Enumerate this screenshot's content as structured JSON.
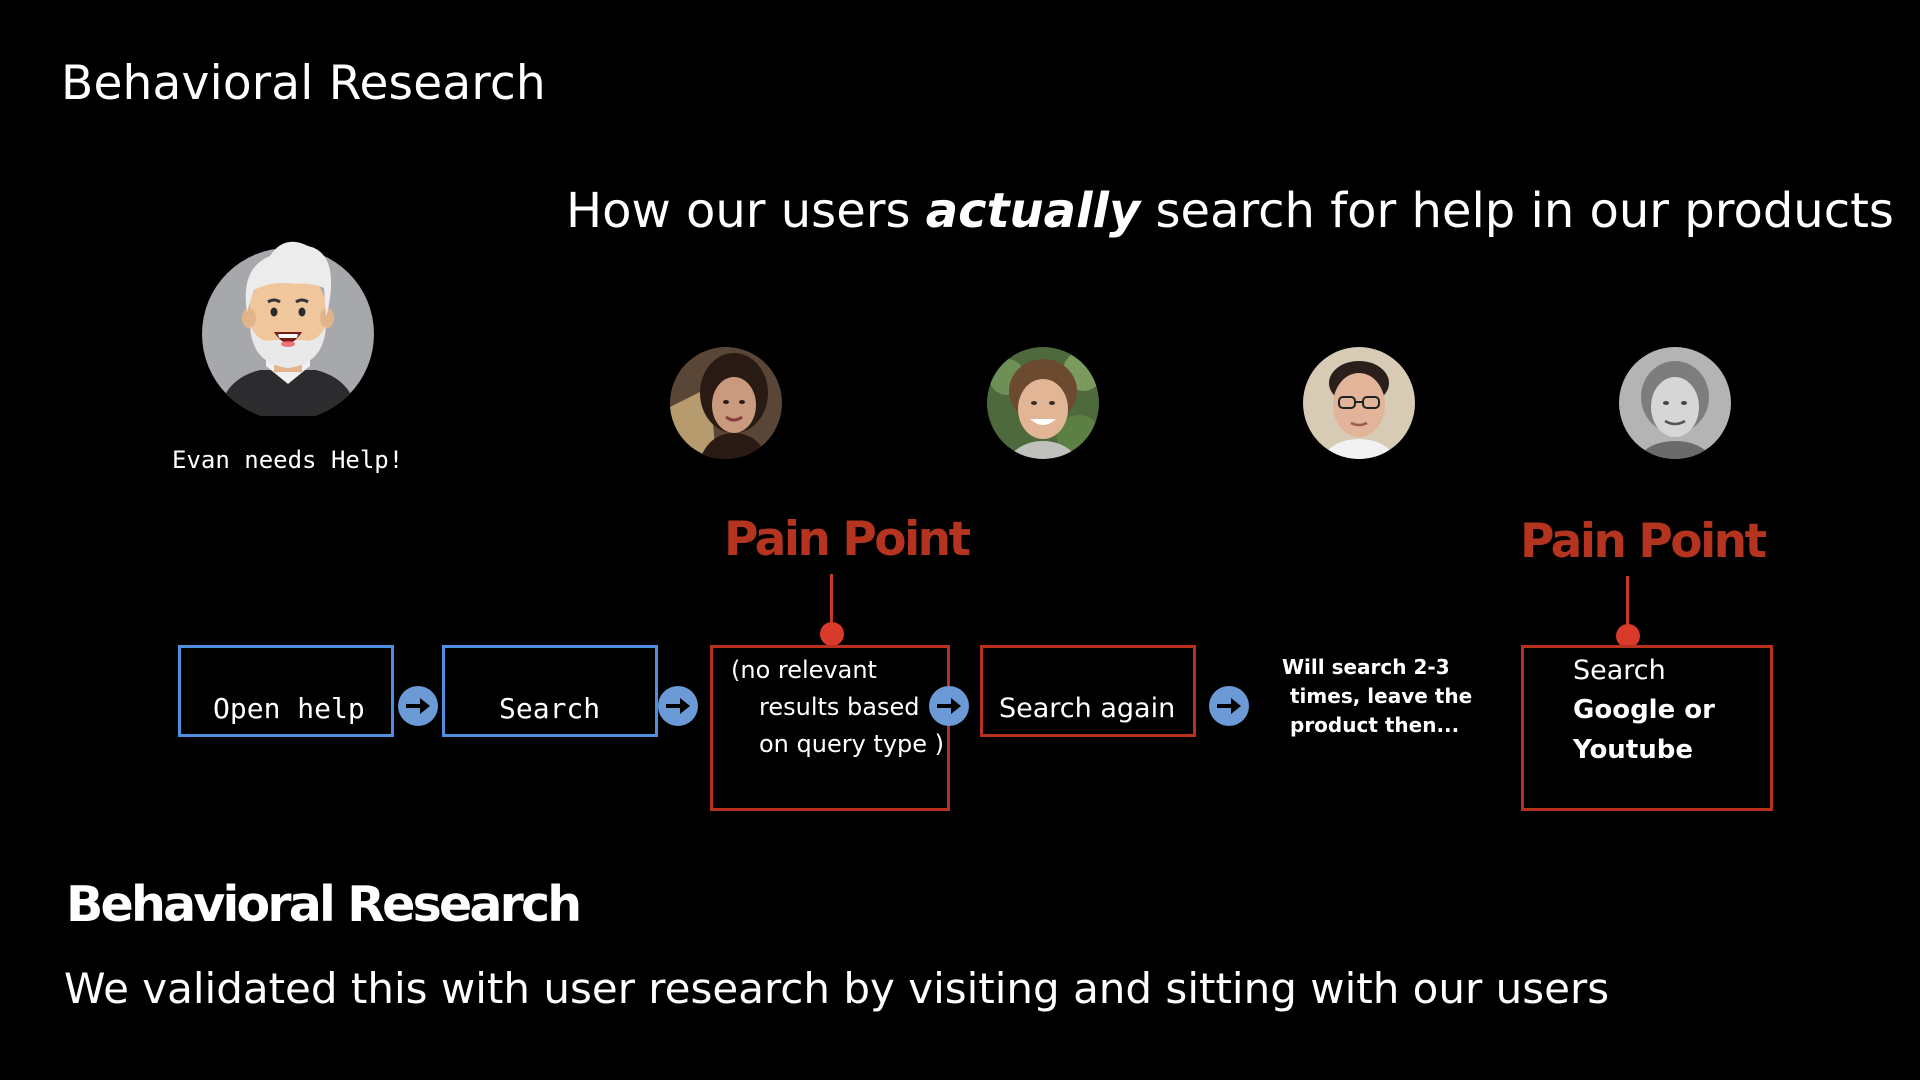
{
  "slide": {
    "title": "Behavioral Research",
    "headline_pre": "How our users ",
    "headline_em": "actually",
    "headline_post": " search for help in our products"
  },
  "persona": {
    "caption": "Evan needs Help!"
  },
  "pain_points": [
    {
      "label": "Pain Point"
    },
    {
      "label": "Pain Point"
    }
  ],
  "flow": {
    "steps": [
      {
        "label": "Open help"
      },
      {
        "label": "Search"
      },
      {
        "lines": [
          "(no relevant",
          "results based",
          "on query type )"
        ]
      },
      {
        "label": "Search again"
      },
      {
        "lines": [
          "Will search 2-3",
          "times, leave the",
          "product then..."
        ]
      },
      {
        "line1": "Search",
        "line2": "Google or",
        "line3": "Youtube"
      }
    ]
  },
  "footer": {
    "title": "Behavioral Research",
    "text": "We validated this with user research by visiting and sitting with our users"
  },
  "colors": {
    "background": "#000000",
    "blue_accent": "#4f8fdf",
    "red_accent": "#b5341f",
    "arrow_fill": "#6c9ad6"
  },
  "icons": [
    "arrow-right-icon"
  ]
}
